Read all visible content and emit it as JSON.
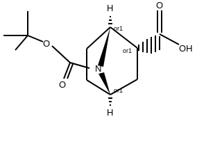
{
  "molecule": {
    "atoms": {
      "o_ester": "O",
      "o_carbonyl": "O",
      "n_bridge": "N",
      "o_acid_carbonyl": "O",
      "oh_acid": "OH",
      "h_top": "H",
      "h_bottom": "H"
    },
    "stereo_labels": {
      "c1": "or1",
      "c2": "or1",
      "c4": "or1"
    }
  }
}
